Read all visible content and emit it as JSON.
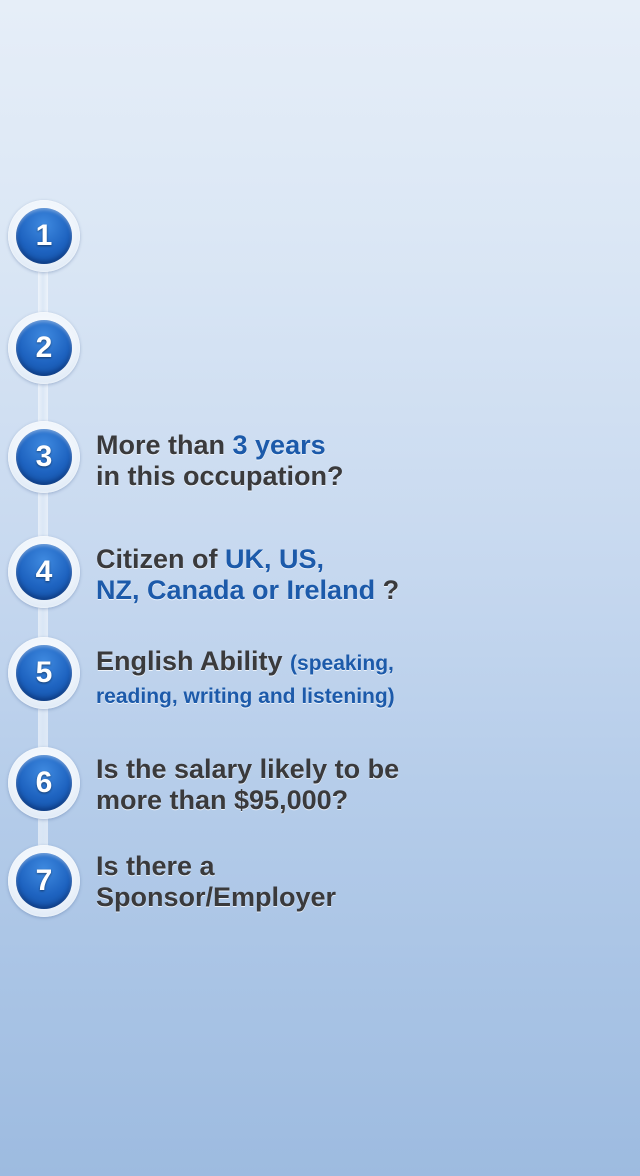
{
  "steps": [
    {
      "number": "1",
      "lines": []
    },
    {
      "number": "2",
      "lines": []
    },
    {
      "number": "3",
      "line1": {
        "a": "More than ",
        "b": "3 years"
      },
      "line2": {
        "a": "in this occupation?"
      }
    },
    {
      "number": "4",
      "line1": {
        "a": "Citizen of ",
        "b": "UK, US,"
      },
      "line2": {
        "b": "NZ, Canada or Ireland",
        "a": " ?"
      }
    },
    {
      "number": "5",
      "line1": {
        "a": "English Ability ",
        "b": "(speaking,"
      },
      "line2": {
        "b": "reading, writing and listening)"
      }
    },
    {
      "number": "6",
      "line1": {
        "a": "Is the salary likely to be"
      },
      "line2": {
        "a": "more than $95,000?"
      }
    },
    {
      "number": "7",
      "line1": {
        "a": "Is there a"
      },
      "line2": {
        "a": "Sponsor/Employer"
      }
    }
  ],
  "colors": {
    "highlight": "#1c5aaa",
    "text": "#3a3a3c",
    "badge": "#1e63c0"
  }
}
